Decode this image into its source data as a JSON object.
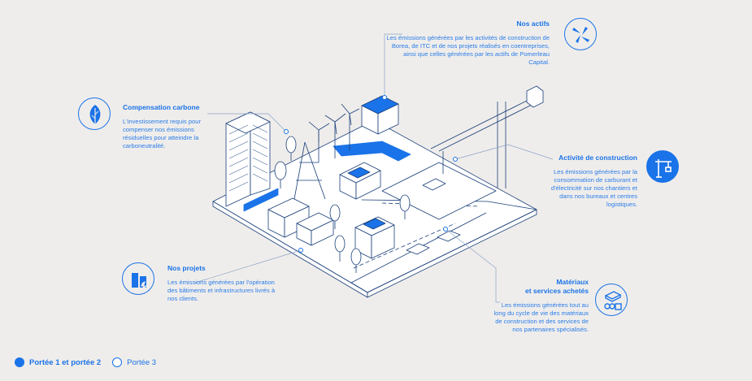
{
  "callouts": {
    "nos_actifs": {
      "title": "Nos actifs",
      "text": "Les émissions générées par les activités de construction de Borea, de ITC et de nos projets réalisés en coentreprises, ainsi que celles générées par les actifs de Pomerleau Capital."
    },
    "compensation": {
      "title": "Compensation carbone",
      "text": "L'investissement requis pour compenser nos émissions résiduelles pour atteindre la carboneutralité."
    },
    "activite": {
      "title": "Activité de construction",
      "text": "Les émissions générées par la consommation de carburant et d'électricité sur nos chantiers et dans nos bureaux et centres logistiques."
    },
    "nos_projets": {
      "title": "Nos projets",
      "text": "Les émissions générées par l'opération des bâtiments et infrastructures livrés à nos clients."
    },
    "materiaux": {
      "title": "Matériaux\net services achetés",
      "text": "Les émissions générées tout au long du cycle de vie des matériaux de construction et des services de nos partenaires spécialisés."
    }
  },
  "legend": {
    "scope12": "Portée 1 et portée 2",
    "scope3": "Portée 3"
  },
  "icons": {
    "nos_actifs": "windmill-icon",
    "compensation": "leaf-icon",
    "activite": "crane-icon",
    "nos_projets": "buildings-icon",
    "materiaux": "materials-icon"
  },
  "colors": {
    "accent": "#1a73e8",
    "background": "#efedeb",
    "line": "#1a3f7a"
  }
}
